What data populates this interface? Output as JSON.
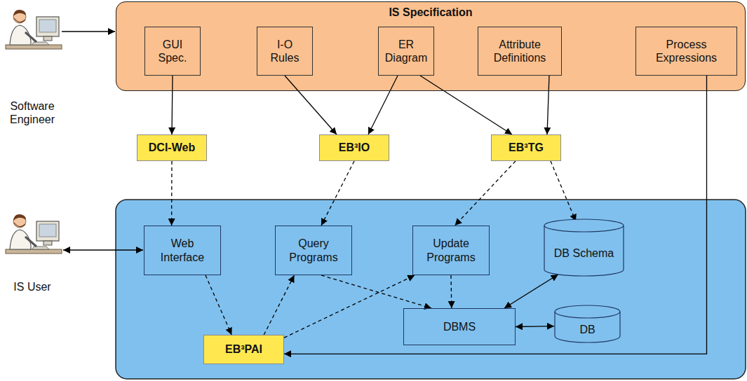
{
  "diagram": {
    "nodes": [
      {
        "text": [
          "IS Specification"
        ]
      },
      {
        "text": [
          "GUI Spec."
        ],
        "in": 0
      },
      {
        "text": [
          "I-O Rules"
        ],
        "in": 0
      },
      {
        "text": [
          "ER Diagram"
        ],
        "in": 0
      },
      {
        "text": [
          "Attribute Definitions"
        ],
        "in": 0
      },
      {
        "text": [
          "Process Expressions"
        ],
        "in": 0
      },
      {
        "text": [
          "DCI-Web"
        ]
      },
      {
        "text": [
          "EB³IO"
        ]
      },
      {
        "text": [
          "EB³TG"
        ]
      },
      {
        "text": [
          "Web Interface"
        ]
      },
      {
        "text": [
          "Query Programs"
        ]
      },
      {
        "text": [
          "Update Programs"
        ]
      },
      {
        "text": [
          "DB Schema"
        ]
      },
      {
        "text": [
          "DBMS"
        ]
      },
      {
        "text": [
          "DB"
        ]
      },
      {
        "text": [
          "EB³PAI"
        ]
      }
    ],
    "edges": [
      {
        "from": 1,
        "to": 6,
        "arrow": "to"
      },
      {
        "from": 2,
        "to": 7,
        "arrow": "to"
      },
      {
        "from": 3,
        "to": 7,
        "arrow": "to"
      },
      {
        "from": 3,
        "to": 8,
        "arrow": "to"
      },
      {
        "from": 4,
        "to": 8,
        "arrow": "to"
      },
      {
        "from": 5,
        "to": 15,
        "arrow": "to"
      },
      {
        "from": 6,
        "to": 9,
        "arrow": "to"
      },
      {
        "from": 7,
        "to": 10,
        "arrow": "to"
      },
      {
        "from": 8,
        "to": 11,
        "arrow": "to"
      },
      {
        "from": 8,
        "to": 12,
        "arrow": "to"
      },
      {
        "from": 9,
        "to": 15,
        "arrow": "to"
      },
      {
        "from": 15,
        "to": 10,
        "arrow": "to"
      },
      {
        "from": 15,
        "to": 11,
        "arrow": "to"
      },
      {
        "from": 10,
        "to": 13,
        "arrow": "to"
      },
      {
        "from": 11,
        "to": 13,
        "arrow": "to"
      },
      {
        "from": 12,
        "to": 13,
        "arrow": "both"
      },
      {
        "from": 13,
        "to": 14,
        "arrow": "both"
      }
    ],
    "labels": [
      "Software Engineer",
      "IS User"
    ]
  }
}
